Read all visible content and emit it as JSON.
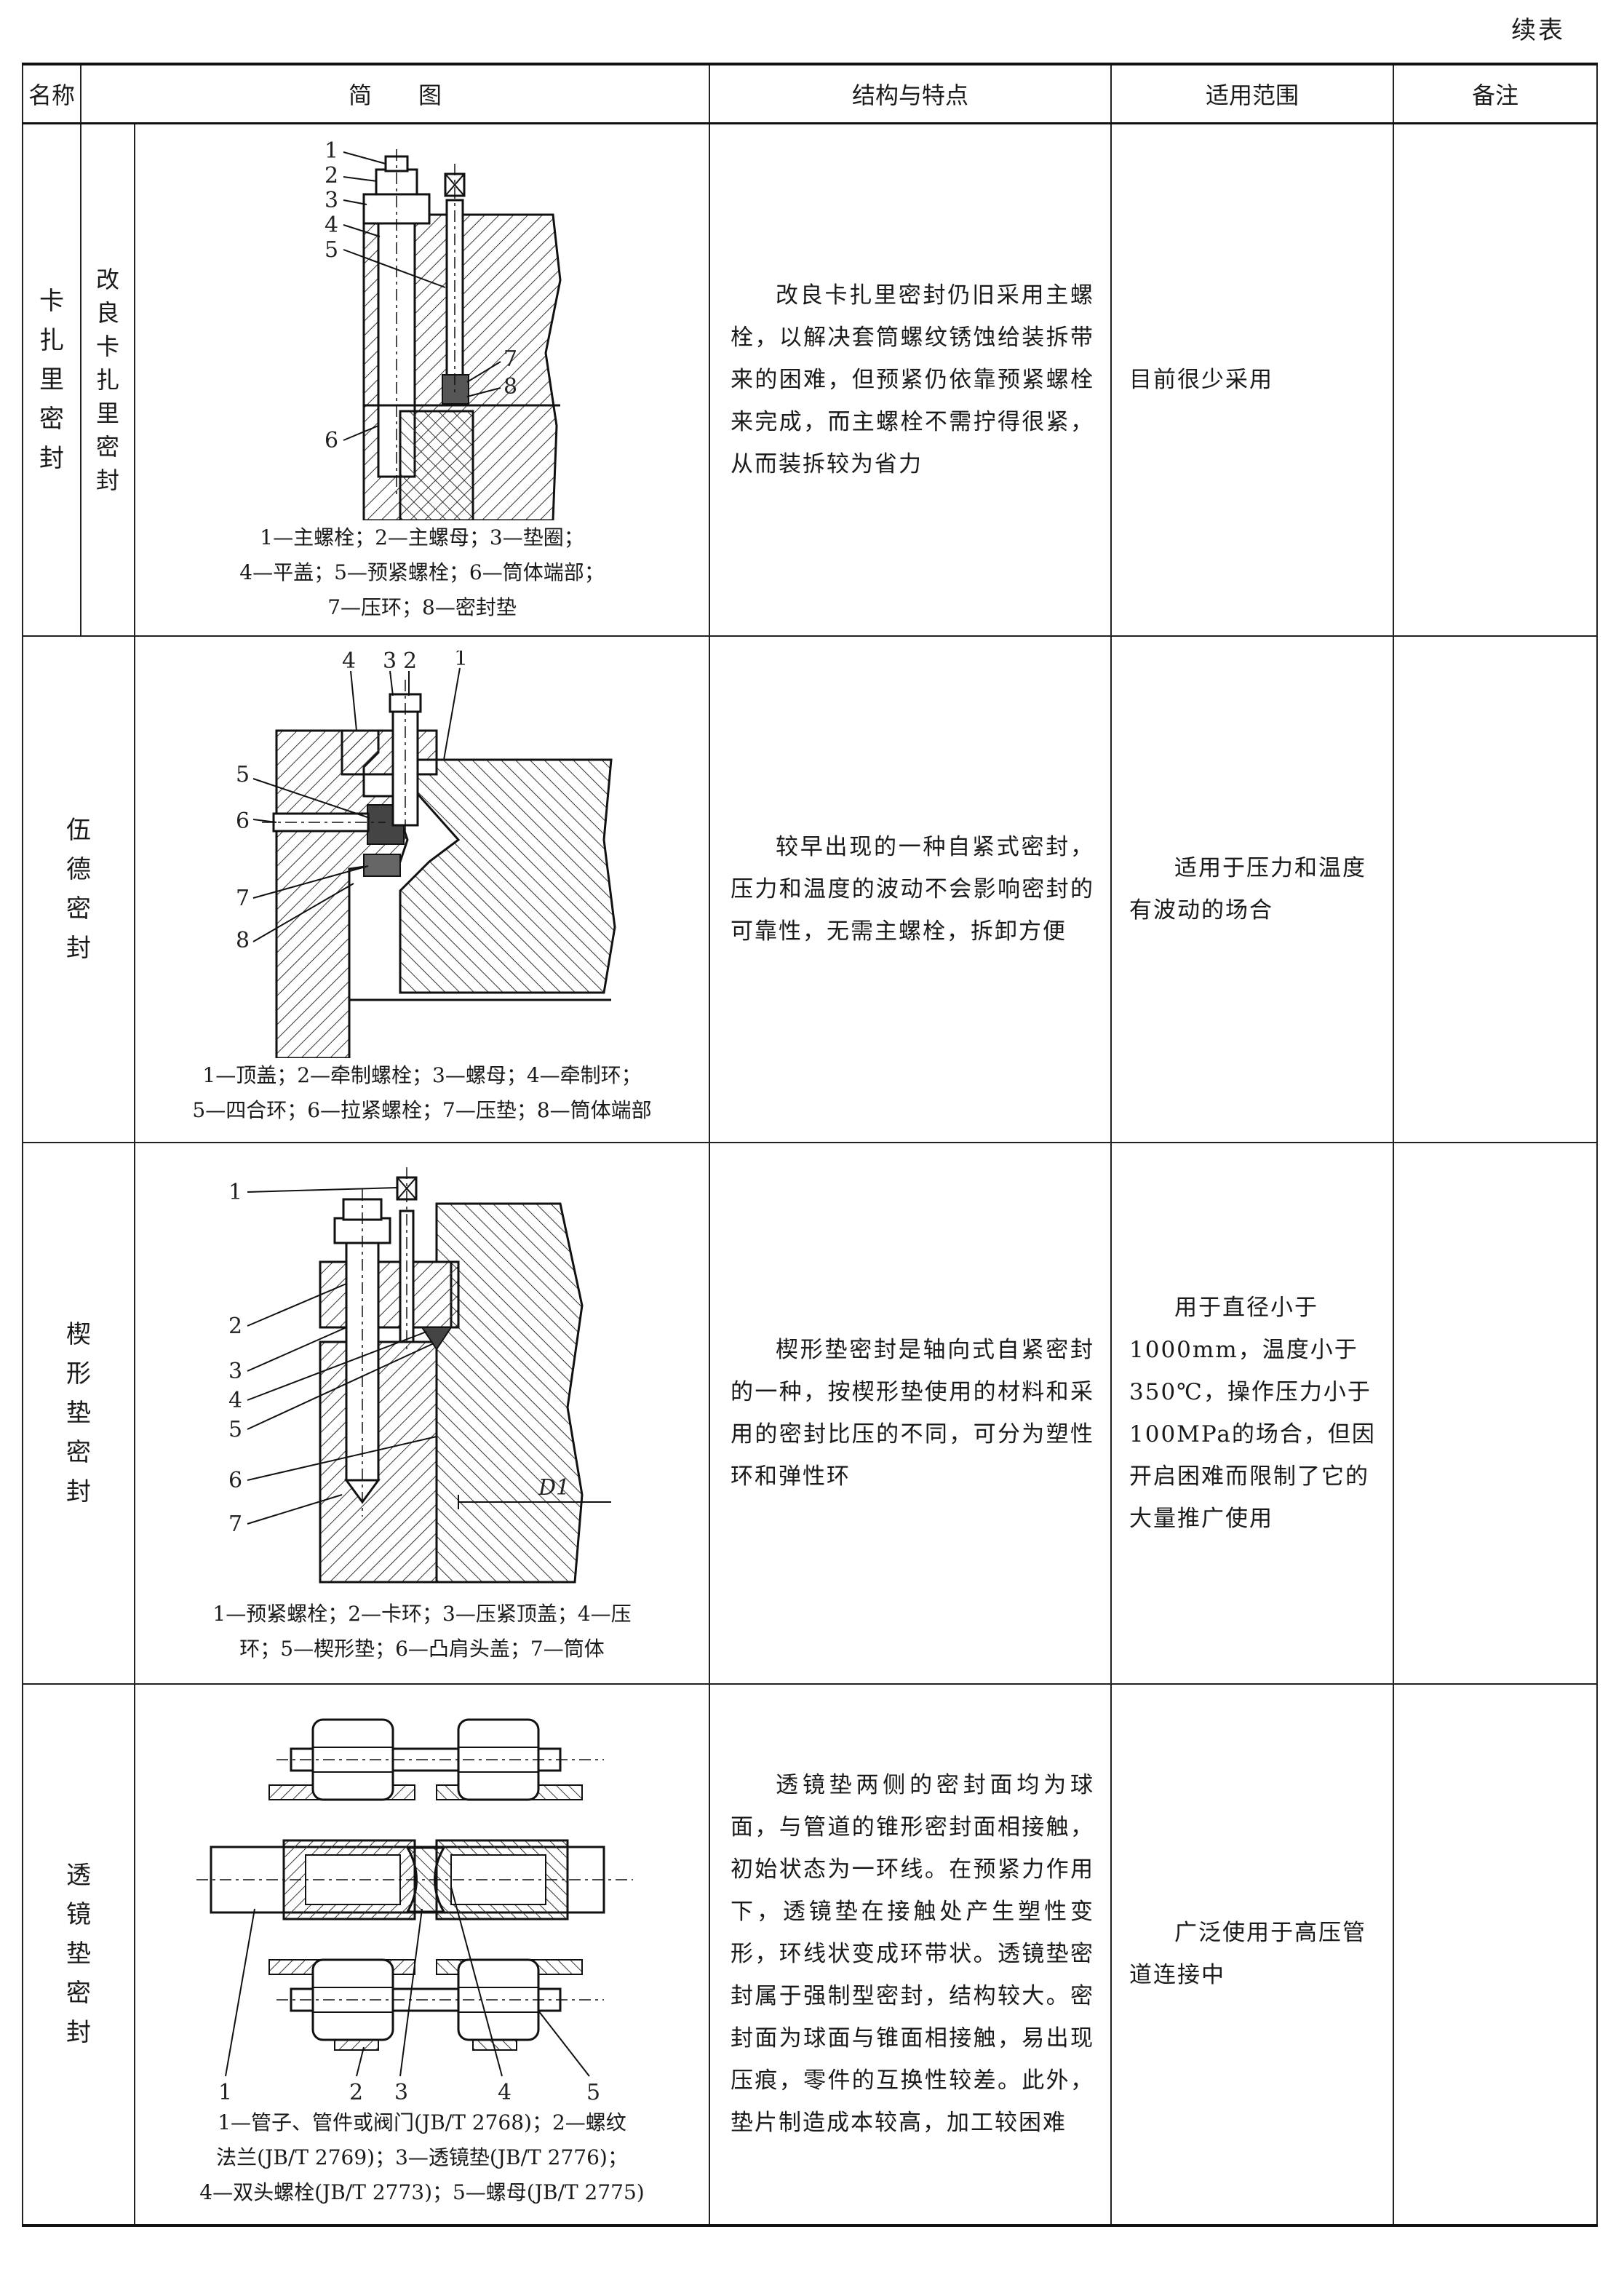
{
  "continued": "续表",
  "headers": {
    "name": "名称",
    "diagram": "简　　图",
    "structure": "结构与特点",
    "scope": "适用范围",
    "remark": "备注"
  },
  "rows": [
    {
      "name": "卡扎里密封",
      "subname": "改良卡扎里密封",
      "caption": [
        "1—主螺栓；2—主螺母；3—垫圈；",
        "4—平盖；5—预紧螺栓；6—筒体端部；",
        "7—压环；8—密封垫"
      ],
      "structure": "改良卡扎里密封仍旧采用主螺栓，以解决套筒螺纹锈蚀给装拆带来的困难，但预紧仍依靠预紧螺栓来完成，而主螺栓不需拧得很紧，从而装拆较为省力",
      "scope": "目前很少采用",
      "remark": ""
    },
    {
      "name": "伍德密封",
      "caption": [
        "1—顶盖；2—牵制螺栓；3—螺母；4—牵制环；",
        "5—四合环；6—拉紧螺栓；7—压垫；8—筒体端部"
      ],
      "structure": "较早出现的一种自紧式密封，压力和温度的波动不会影响密封的可靠性，无需主螺栓，拆卸方便",
      "scope": "适用于压力和温度有波动的场合",
      "remark": ""
    },
    {
      "name": "楔形垫密封",
      "caption": [
        "1—预紧螺栓；2—卡环；3—压紧顶盖；4—压",
        "环；5—楔形垫；6—凸肩头盖；7—筒体"
      ],
      "dim_label": "D1",
      "structure": "楔形垫密封是轴向式自紧密封的一种，按楔形垫使用的材料和采用的密封比压的不同，可分为塑性环和弹性环",
      "scope": "用于直径小于1000mm，温度小于350℃，操作压力小于100MPa的场合，但因开启困难而限制了它的大量推广使用",
      "remark": ""
    },
    {
      "name": "透镜垫密封",
      "caption": [
        "1—管子、管件或阀门(JB/T 2768)；2—螺纹",
        "法兰(JB/T 2769)；3—透镜垫(JB/T 2776)；",
        "4—双头螺栓(JB/T 2773)；5—螺母(JB/T 2775)"
      ],
      "structure": "透镜垫两侧的密封面均为球面，与管道的锥形密封面相接触，初始状态为一环线。在预紧力作用下，透镜垫在接触处产生塑性变形，环线状变成环带状。透镜垫密封属于强制型密封，结构较大。密封面为球面与锥面相接触，易出现压痕，零件的互换性较差。此外，垫片制造成本较高，加工较困难",
      "scope": "广泛使用于高压管道连接中",
      "remark": ""
    }
  ],
  "callouts": {
    "fig1": [
      "1",
      "2",
      "3",
      "4",
      "5",
      "6",
      "7",
      "8"
    ],
    "fig2": [
      "1",
      "2",
      "3",
      "4",
      "5",
      "6",
      "7",
      "8"
    ],
    "fig3": [
      "1",
      "2",
      "3",
      "4",
      "5",
      "6",
      "7"
    ],
    "fig4": [
      "1",
      "2",
      "3",
      "4",
      "5"
    ]
  }
}
